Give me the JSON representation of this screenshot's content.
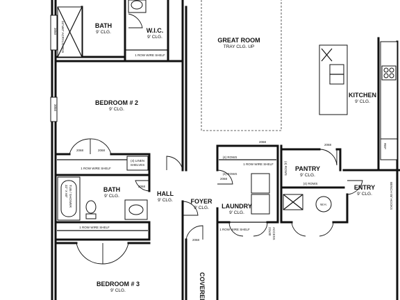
{
  "rooms": {
    "bath_top": {
      "name": "BATH",
      "ceiling": "9' CLG."
    },
    "wic": {
      "name": "W.I.C.",
      "ceiling": "9' CLG."
    },
    "great_room": {
      "name": "GREAT ROOM",
      "ceiling": "TRAY CLG. UP"
    },
    "kitchen": {
      "name": "KITCHEN",
      "ceiling": "9' CLG."
    },
    "bedroom2": {
      "name": "BEDROOM # 2",
      "ceiling": "9' CLG."
    },
    "pantry": {
      "name": "PANTRY",
      "ceiling": "9' CLG."
    },
    "bath_mid": {
      "name": "BATH",
      "ceiling": "9' CLG."
    },
    "hall": {
      "name": "HALL",
      "ceiling": "9' CLG."
    },
    "foyer": {
      "name": "FOYER",
      "ceiling": "9' CLG."
    },
    "laundry": {
      "name": "LAUNDRY",
      "ceiling": "9' CLG."
    },
    "entry": {
      "name": "ENTRY",
      "ceiling": "9' CLG."
    },
    "bedroom3": {
      "name": "BEDROOM # 3",
      "ceiling": "9' CLG."
    },
    "covered_porch": {
      "name": "COVERED P"
    }
  },
  "notes": {
    "wire_shelf_wic": "1 ROW WIRE SHELF",
    "wire_shelf_bed2": "1 ROW WIRE SHELF",
    "wire_shelf_bath": "1 ROW WIRE SHELF",
    "wire_shelf_laundry": "1 ROW WIRE SHELF",
    "wire_shelf_closet": "1 ROW WIRE SHELF",
    "linen": "(4) LINEN",
    "linen2": "SHELVES",
    "rows_a": "(4) ROWS",
    "rows_b": "(4) ROWS",
    "rows_pantry": "(4) ROWS",
    "rows_side": "(4) ROWS",
    "tub": "32\" X 60\"",
    "tub2": "TUB / SHOWER",
    "attic": "22x30",
    "attic2": "ACCESS",
    "wh": "W.H.",
    "ref": "REF",
    "bench": "BENCH W/ HOOKS",
    "shower": "34\"x60\" ACRYLIC PAN",
    "window_a": "3050",
    "window_b": "3050",
    "door_a": "2068",
    "door_b": "2068",
    "door_c": "2068",
    "door_d": "2068",
    "door_e": "2068",
    "door_f": "2068",
    "door_g": "2068"
  }
}
